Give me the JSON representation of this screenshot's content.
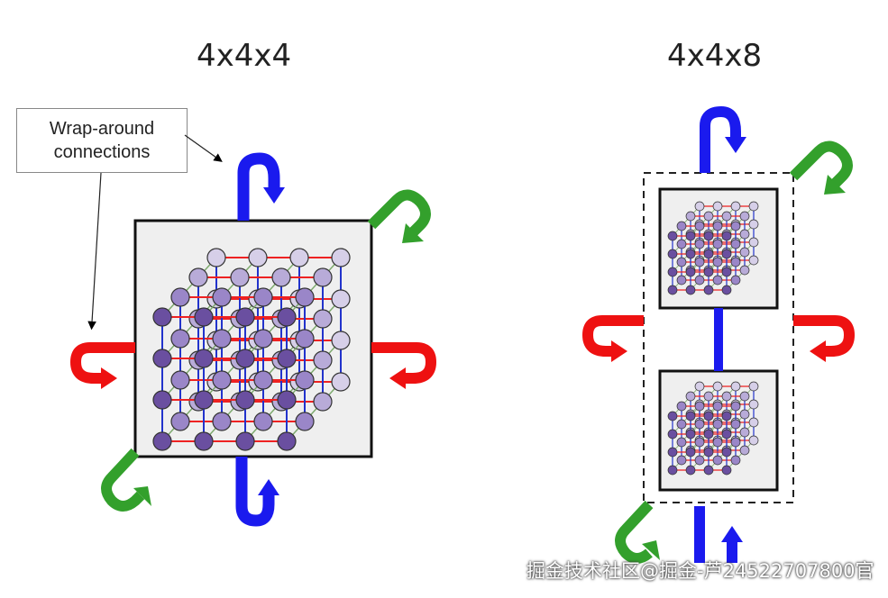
{
  "titles": {
    "left": "4x4x4",
    "right": "4x4x8"
  },
  "callout": {
    "line1": "Wrap-around",
    "line2": "connections"
  },
  "watermark": "掘金技术社区@掘金-芦24522707800官",
  "colors": {
    "red_arrow": "#ee1111",
    "blue_arrow": "#1a1aee",
    "green_arrow": "#33a02c",
    "node_dark": "#6a4fa0",
    "node_mid": "#9a86c8",
    "node_light": "#d6cfe8",
    "grid_red": "#ee2222",
    "grid_blue": "#2233cc",
    "box_fill": "#efefef"
  }
}
